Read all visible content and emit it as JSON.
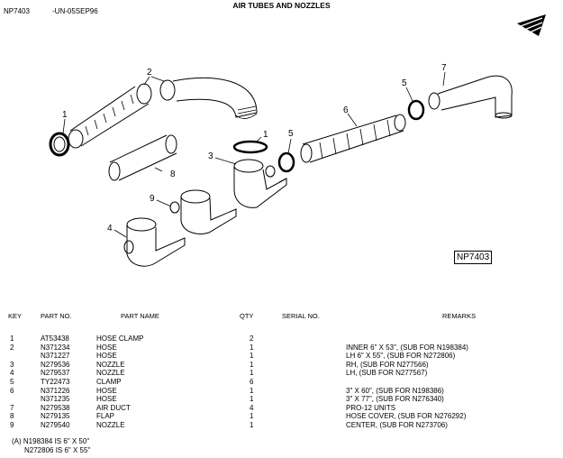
{
  "header": {
    "doc_id": "NP7403",
    "date": "-UN-05SEP96",
    "title": "AIR TUBES AND NOZZLES"
  },
  "figure": {
    "id_box": "NP7403",
    "callouts": [
      "1",
      "2",
      "1",
      "3",
      "9",
      "4",
      "8",
      "5",
      "5",
      "6",
      "7"
    ]
  },
  "columns": {
    "key": "KEY",
    "part_no": "PART NO.",
    "part_name": "PART NAME",
    "qty": "QTY",
    "serial_no": "SERIAL NO.",
    "remarks": "REMARKS"
  },
  "parts": [
    {
      "key": "1",
      "part_no": "AT53438",
      "name": "HOSE CLAMP",
      "qty": "2",
      "remarks": ""
    },
    {
      "key": "2",
      "part_no": "N371234",
      "name": "HOSE",
      "qty": "1",
      "remarks": "INNER 6\" X 53\", (SUB FOR N198384)"
    },
    {
      "key": "",
      "part_no": "N371227",
      "name": "HOSE",
      "qty": "1",
      "remarks": "LH 6\" X 55\", (SUB FOR N272806)"
    },
    {
      "key": "3",
      "part_no": "N279536",
      "name": "NOZZLE",
      "qty": "1",
      "remarks": "RH, (SUB FOR N277566)"
    },
    {
      "key": "4",
      "part_no": "N279537",
      "name": "NOZZLE",
      "qty": "1",
      "remarks": "LH, (SUB FOR N277567)"
    },
    {
      "key": "5",
      "part_no": "TY22473",
      "name": "CLAMP",
      "qty": "6",
      "remarks": ""
    },
    {
      "key": "6",
      "part_no": "N371226",
      "name": "HOSE",
      "qty": "1",
      "remarks": "3\" X 60\", (SUB FOR N198386)"
    },
    {
      "key": "",
      "part_no": "N371235",
      "name": "HOSE",
      "qty": "1",
      "remarks": "3\" X 77\", (SUB FOR N276340)"
    },
    {
      "key": "7",
      "part_no": "N279538",
      "name": "AIR DUCT",
      "qty": "4",
      "remarks": "PRO-12 UNITS"
    },
    {
      "key": "8",
      "part_no": "N279135",
      "name": "FLAP",
      "qty": "1",
      "remarks": "HOSE COVER, (SUB FOR N276292)"
    },
    {
      "key": "9",
      "part_no": "N279540",
      "name": "NOZZLE",
      "qty": "1",
      "remarks": "CENTER, (SUB FOR N273706)"
    }
  ],
  "footnote": {
    "line1": "(A) N198384 IS 6\" X 50\"",
    "line2": "N272806 IS 6\" X 55\""
  }
}
